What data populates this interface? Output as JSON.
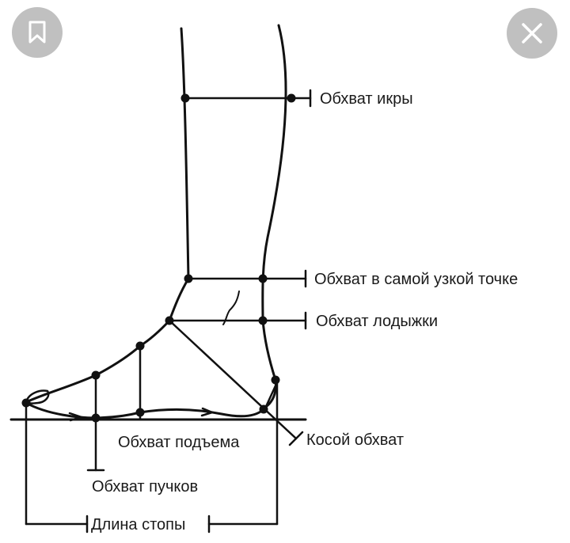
{
  "toolbar": {
    "bookmark_icon": "bookmark-icon",
    "close_icon": "close-icon"
  },
  "labels": {
    "calf": "Обхват икры",
    "narrowest": "Обхват в самой узкой точке",
    "ankle": "Обхват лодыжки",
    "instep": "Обхват подъема",
    "oblique": "Косой обхват",
    "ball": "Обхват пучков",
    "foot_length": "Длина стопы"
  },
  "colors": {
    "line": "#111111",
    "button_bg": "#8c8c8c"
  }
}
